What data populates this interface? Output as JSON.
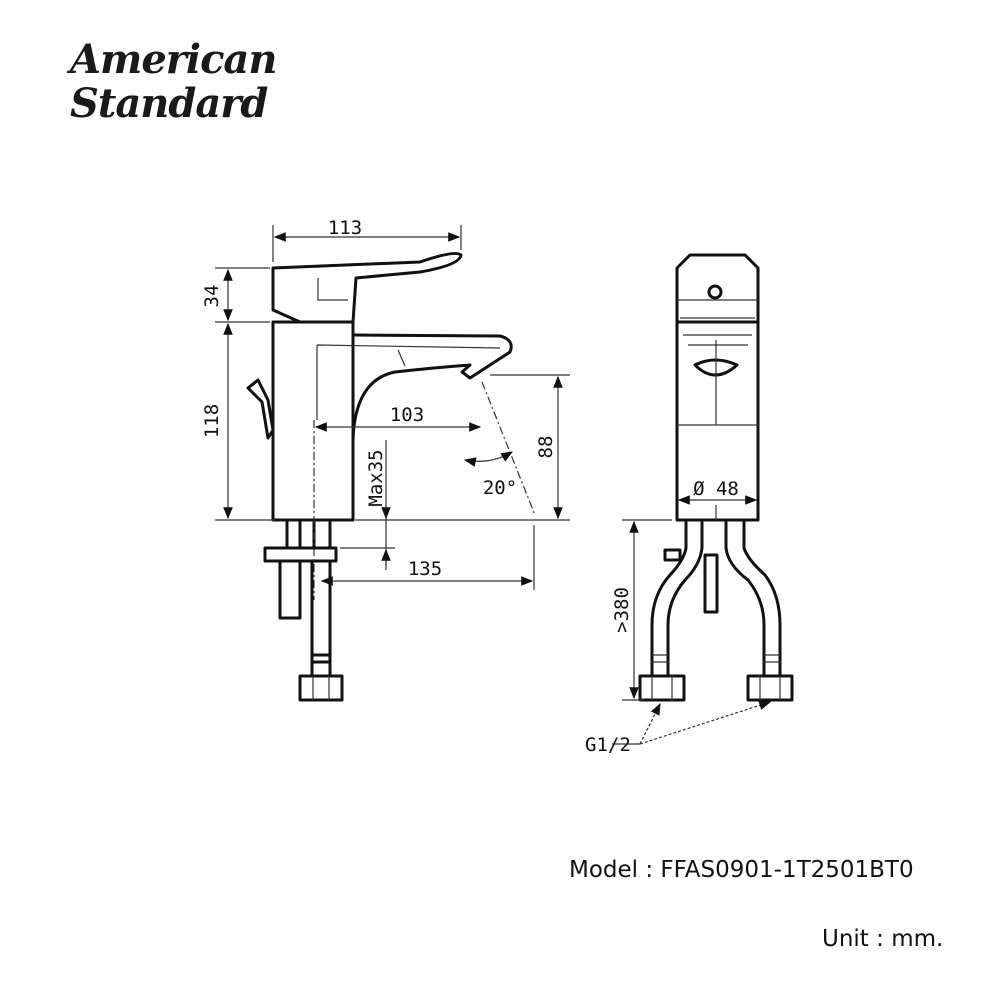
{
  "logo": {
    "line1": "American",
    "line2": "Standard"
  },
  "dimensions": {
    "width_top": "113",
    "handle_height": "34",
    "body_height": "118",
    "spout_reach": "103",
    "spout_height": "88",
    "deck_thickness": "Max35",
    "hole_offset": "135",
    "spray_angle": "20°",
    "diameter": "Ø 48",
    "hose_length": ">380",
    "connection": "G1/2"
  },
  "footer": {
    "model": "Model : FFAS0901-1T2501BT0",
    "unit": "Unit : mm."
  }
}
